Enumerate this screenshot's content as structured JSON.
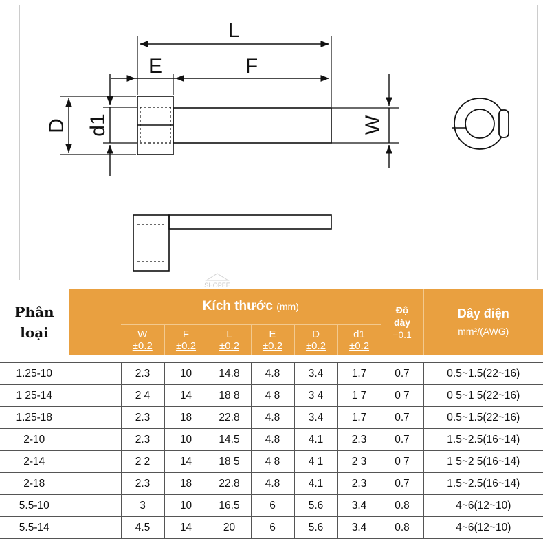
{
  "drawing": {
    "labels": {
      "L": "L",
      "E": "E",
      "F": "F",
      "D": "D",
      "d1": "d1",
      "W": "W"
    },
    "watermark": "SHOPEE"
  },
  "table": {
    "header": {
      "category_line1": "Phân",
      "category_line2": "loại",
      "size_title": "Kích thước",
      "size_unit": "(mm)",
      "thickness_line1": "Độ",
      "thickness_line2": "dày",
      "thickness_tol": "−0.1",
      "wire_title": "Dây điện",
      "wire_unit": "mm²/(AWG)",
      "columns": [
        {
          "name": "W",
          "tol": "±0.2"
        },
        {
          "name": "F",
          "tol": "±0.2"
        },
        {
          "name": "L",
          "tol": "±0.2"
        },
        {
          "name": "E",
          "tol": "±0.2"
        },
        {
          "name": "D",
          "tol": "±0.2"
        },
        {
          "name": "d1",
          "tol": "±0.2"
        }
      ]
    },
    "rows": [
      [
        "1.25-10",
        "",
        "2.3",
        "10",
        "14.8",
        "4.8",
        "3.4",
        "1.7",
        "0.7",
        "0.5~1.5(22~16)"
      ],
      [
        "1 25-14",
        "",
        "2 4",
        "14",
        "18 8",
        "4 8",
        "3 4",
        "1 7",
        "0 7",
        "0 5~1 5(22~16)"
      ],
      [
        "1.25-18",
        "",
        "2.3",
        "18",
        "22.8",
        "4.8",
        "3.4",
        "1.7",
        "0.7",
        "0.5~1.5(22~16)"
      ],
      [
        "2-10",
        "",
        "2.3",
        "10",
        "14.5",
        "4.8",
        "4.1",
        "2.3",
        "0.7",
        "1.5~2.5(16~14)"
      ],
      [
        "2-14",
        "",
        "2 2",
        "14",
        "18 5",
        "4 8",
        "4 1",
        "2 3",
        "0 7",
        "1 5~2 5(16~14)"
      ],
      [
        "2-18",
        "",
        "2.3",
        "18",
        "22.8",
        "4.8",
        "4.1",
        "2.3",
        "0.7",
        "1.5~2.5(16~14)"
      ],
      [
        "5.5-10",
        "",
        "3",
        "10",
        "16.5",
        "6",
        "5.6",
        "3.4",
        "0.8",
        "4~6(12~10)"
      ],
      [
        "5.5-14",
        "",
        "4.5",
        "14",
        "20",
        "6",
        "5.6",
        "3.4",
        "0.8",
        "4~6(12~10)"
      ]
    ]
  }
}
